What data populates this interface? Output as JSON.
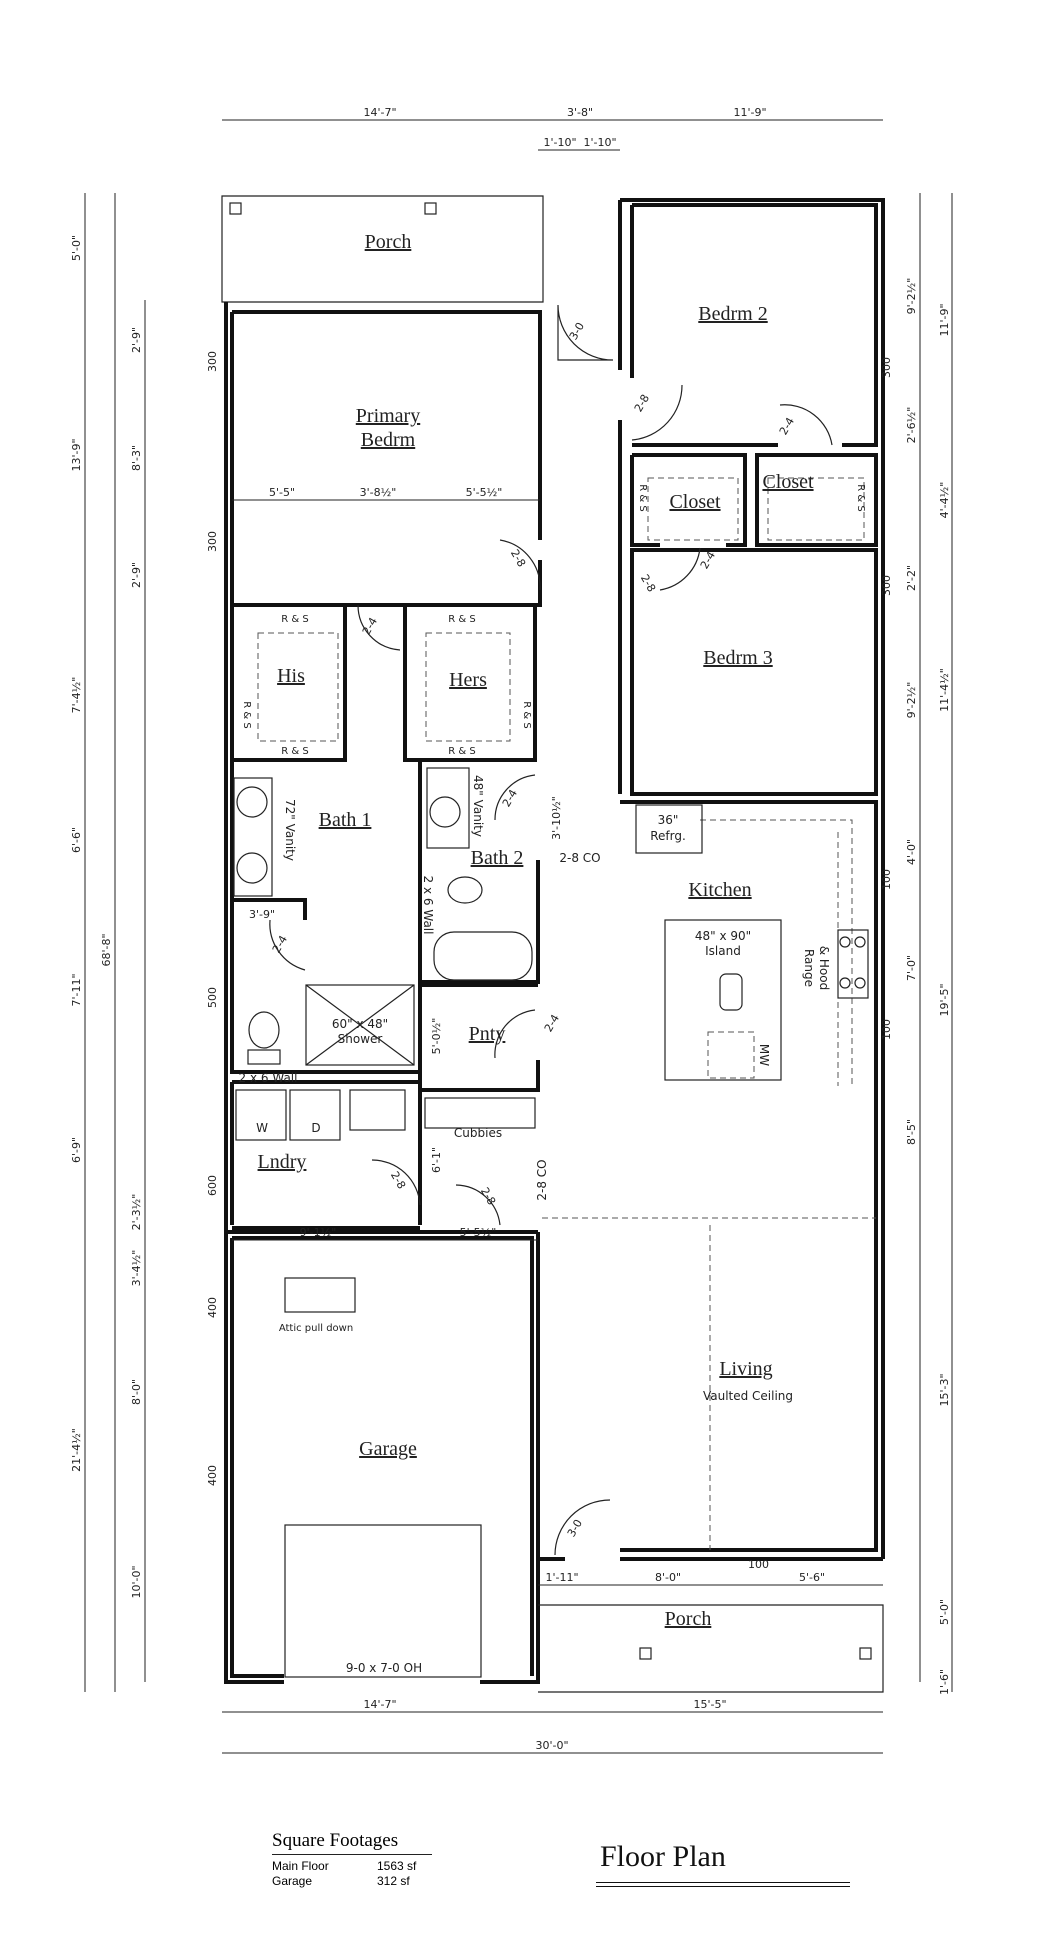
{
  "rooms": {
    "porch_front": "Porch",
    "primary_line1": "Primary",
    "primary_line2": "Bedrm",
    "bedrm2": "Bedrm 2",
    "closet_left": "Closet",
    "closet_right": "Closet",
    "bedrm3": "Bedrm 3",
    "his": "His",
    "hers": "Hers",
    "bath1": "Bath 1",
    "bath2": "Bath 2",
    "kitchen": "Kitchen",
    "pnty": "Pnty",
    "lndry": "Lndry",
    "garage": "Garage",
    "living": "Living",
    "porch_rear": "Porch"
  },
  "notes": {
    "vanity72": "72\" Vanity",
    "vanity48": "48\" Vanity",
    "wall2x6_a": "2 x 6 Wall",
    "wall2x6_b": "2 x 6 Wall",
    "shower_line1": "60\" x 48\"",
    "shower_line2": "Shower",
    "island_line1": "48\" x 90\"",
    "island_line2": "Island",
    "refrg_line1": "36\"",
    "refrg_line2": "Refrg.",
    "range_line1": "Range",
    "range_line2": "& Hood",
    "mw": "MW",
    "cubbies": "Cubbies",
    "washer": "W",
    "dryer": "D",
    "attic": "Attic pull down",
    "garage_door": "9-0 x 7-0 OH",
    "vaulted": "Vaulted Ceiling",
    "rs": "R & S",
    "co_kitchen": "2-8 CO",
    "co_living": "2-8 CO"
  },
  "doors": {
    "front_porch": "3-0",
    "bedrm2": "2-8",
    "closet_r": "2-4",
    "closet_l": "2-4",
    "bedrm3": "2-8",
    "primary": "2-8",
    "his": "2-4",
    "bath2": "2-4",
    "bath1_wc": "2-4",
    "pnty": "2-4",
    "lndry": "2-8",
    "garage_entry": "2-8",
    "rear": "3-0"
  },
  "windows": {
    "w300": "300",
    "w500": "500",
    "w600": "600",
    "w400": "400",
    "w100": "100"
  },
  "dims": {
    "top": [
      "14'-7\"",
      "3'-8\"",
      "11'-9\""
    ],
    "top_sub": [
      "1'-10\"",
      "1'-10\""
    ],
    "primary_row": [
      "5'-5\"",
      "3'-8½\"",
      "5'-5½\""
    ],
    "bath1_wc": "3'-9\"",
    "lndry_row": [
      "9'-1½\"",
      "5'-5½\""
    ],
    "left_outer": [
      "5'-0\"",
      "13'-9\"",
      "7'-4½\"",
      "6'-6\"",
      "7'-11\"",
      "6'-9\"",
      "21'-4½\""
    ],
    "left_inner": [
      "2'-9\"",
      "8'-3\"",
      "2'-9\"",
      "2'-3½\"",
      "3'-4½\"",
      "8'-0\"",
      "10'-0\""
    ],
    "overall_height": "68'-8\"",
    "right_inner": [
      "9'-2½\"",
      "2'-6½\"",
      "9'-2½\""
    ],
    "right_outer": [
      "11'-9\"",
      "4'-4½\"",
      "2'-2\"",
      "11'-4½\"",
      "4'-0\"",
      "7'-0\"",
      "19'-5\"",
      "8'-5\"",
      "15'-3\"",
      "5'-0\"",
      "1'-6\""
    ],
    "pantry": [
      "3'-10½\"",
      "5'-0½\"",
      "6'-1\""
    ],
    "rear_porch": [
      "1'-11\"",
      "8'-0\"",
      "5'-6\""
    ],
    "bottom": [
      "14'-7\"",
      "15'-5\""
    ],
    "overall_width": "30'-0\""
  },
  "square_footages": {
    "title": "Square Footages",
    "rows": [
      {
        "label": "Main Floor",
        "value": "1563 sf"
      },
      {
        "label": "Garage",
        "value": "312 sf"
      }
    ]
  },
  "title": "Floor Plan"
}
